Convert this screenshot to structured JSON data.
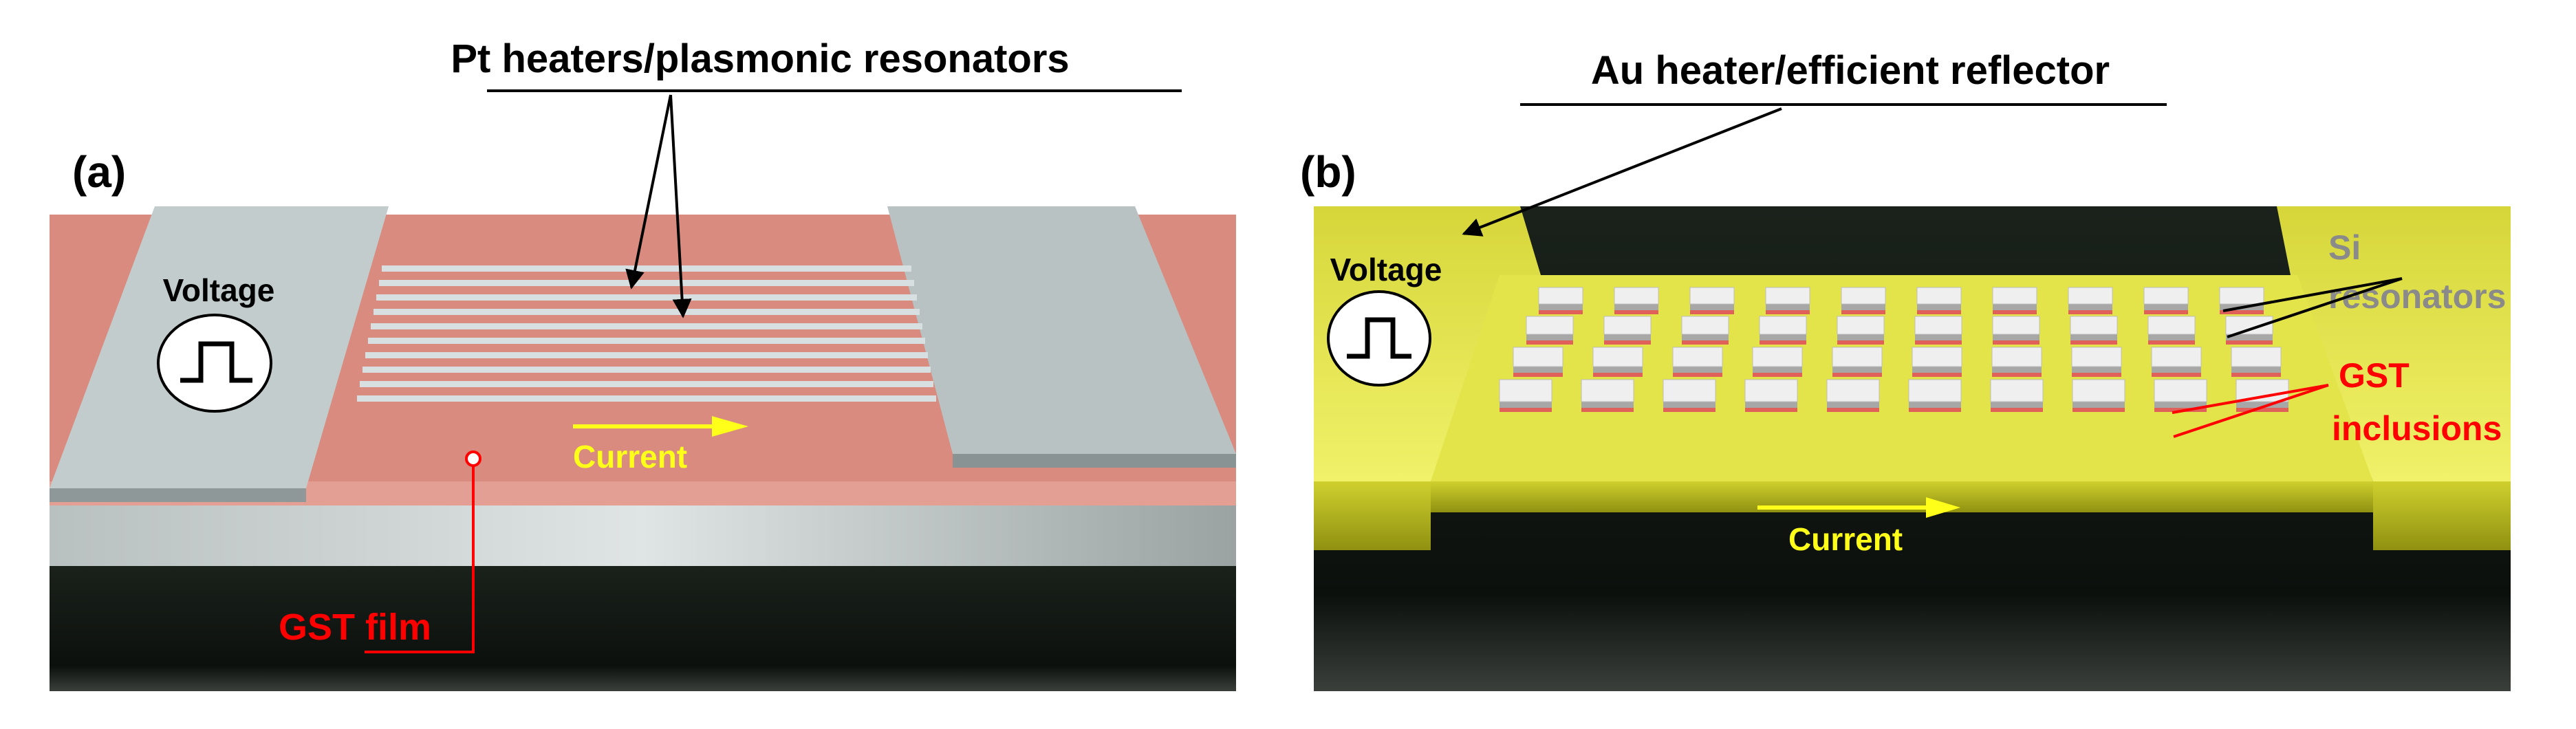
{
  "panel_a": {
    "label": "(a)",
    "title": "Pt heaters/plasmonic resonators",
    "voltage": "Voltage",
    "current": "Current",
    "film": "GST film"
  },
  "panel_b": {
    "label": "(b)",
    "title": "Au heater/efficient reflector",
    "voltage": "Voltage",
    "current": "Current",
    "si_line1": "Si",
    "si_line2": "resonators",
    "gst_line1": "GST",
    "gst_line2": "inclusions"
  },
  "colors": {
    "gst": "#d98b7f",
    "pt": "#c9d2d4",
    "au": "#e3e34a",
    "arrow": "#ffff1a",
    "red_label": "#ff0000",
    "substrate": "#0e130f"
  },
  "icons": [
    "voltage-pulse-icon"
  ]
}
